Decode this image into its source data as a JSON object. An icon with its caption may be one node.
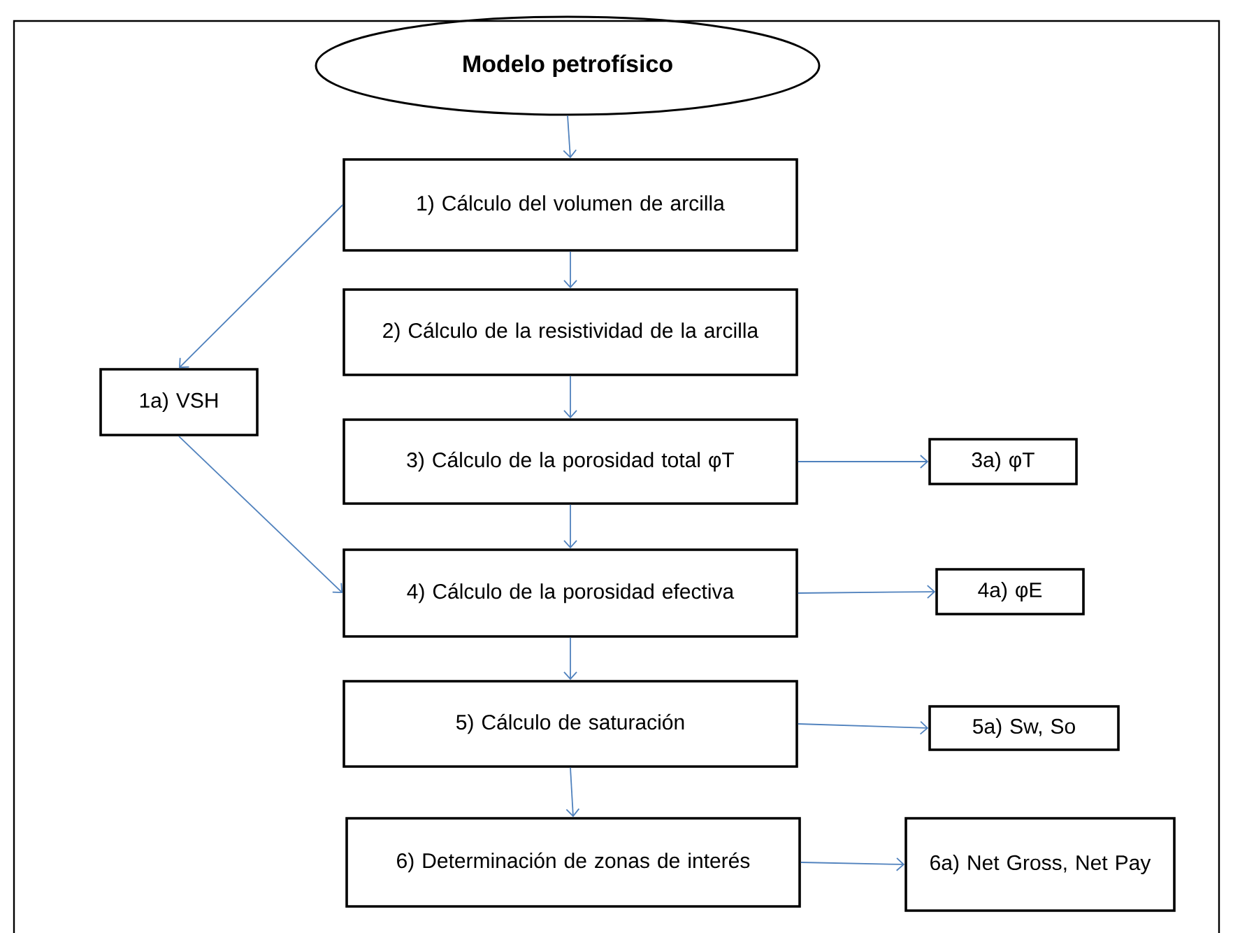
{
  "diagram": {
    "nodes": [
      {
        "text": [
          "Modelo petrofísico"
        ]
      },
      {
        "text": [
          "1) Cálculo del volumen de arcilla"
        ]
      },
      {
        "text": [
          "2) Cálculo de la resistividad de la arcilla"
        ]
      },
      {
        "text": [
          "3) Cálculo de la porosidad total φT"
        ]
      },
      {
        "text": [
          "4) Cálculo de la porosidad efectiva"
        ]
      },
      {
        "text": [
          "5) Cálculo de saturación"
        ]
      },
      {
        "text": [
          "6) Determinación de zonas de interés"
        ]
      },
      {
        "text": [
          "1a) VSH"
        ]
      },
      {
        "text": [
          "3a) φT"
        ]
      },
      {
        "text": [
          "4a) φE"
        ]
      },
      {
        "text": [
          "5a) Sw, So"
        ]
      },
      {
        "text": [
          "6a) Net Gross, Net Pay"
        ]
      }
    ],
    "edges": [
      {
        "from": 0,
        "to": 1,
        "arrow": "to"
      },
      {
        "from": 1,
        "to": 2,
        "arrow": "to"
      },
      {
        "from": 2,
        "to": 3,
        "arrow": "to"
      },
      {
        "from": 3,
        "to": 4,
        "arrow": "to"
      },
      {
        "from": 4,
        "to": 5,
        "arrow": "to"
      },
      {
        "from": 5,
        "to": 6,
        "arrow": "to"
      },
      {
        "from": 1,
        "to": 7,
        "arrow": "to"
      },
      {
        "from": 7,
        "to": 4,
        "arrow": "to"
      },
      {
        "from": 3,
        "to": 8,
        "arrow": "to"
      },
      {
        "from": 4,
        "to": 9,
        "arrow": "to"
      },
      {
        "from": 5,
        "to": 10,
        "arrow": "to"
      },
      {
        "from": 6,
        "to": 11,
        "arrow": "to"
      }
    ]
  }
}
